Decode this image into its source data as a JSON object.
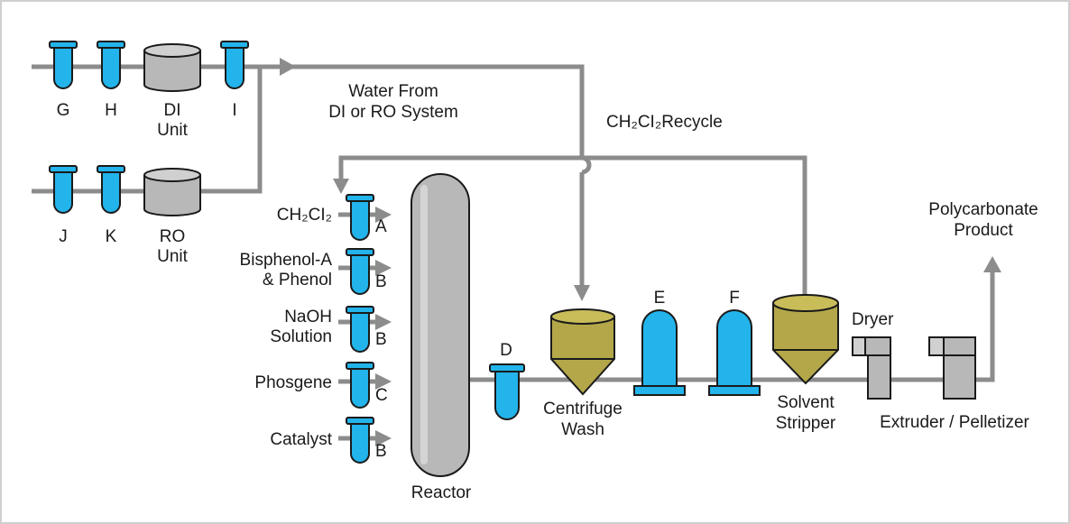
{
  "labels": {
    "tank_g": "G",
    "tank_h": "H",
    "di_unit_line1": "DI",
    "di_unit_line2": "Unit",
    "tank_i": "I",
    "tank_j": "J",
    "tank_k": "K",
    "ro_unit_line1": "RO",
    "ro_unit_line2": "Unit",
    "water_line1": "Water From",
    "water_line2": "DI or RO System",
    "recycle": "CH₂CI₂Recycle",
    "ch2cl2": "CH₂CI₂",
    "bisphenol_line1": "Bisphenol-A",
    "bisphenol_line2": "& Phenol",
    "naoh_line1": "NaOH",
    "naoh_line2": "Solution",
    "phosgene": "Phosgene",
    "catalyst": "Catalyst",
    "tank_a": "A",
    "tank_b1": "B",
    "tank_b2": "B",
    "tank_c": "C",
    "tank_b3": "B",
    "reactor": "Reactor",
    "tank_d": "D",
    "centrifuge_line1": "Centrifuge",
    "centrifuge_line2": "Wash",
    "tank_e": "E",
    "tank_f": "F",
    "stripper_line1": "Solvent",
    "stripper_line2": "Stripper",
    "dryer": "Dryer",
    "extruder": "Extruder / Pelletizer",
    "product_line1": "Polycarbonate",
    "product_line2": "Product"
  },
  "colors": {
    "pipe": "#8c8c8c",
    "tank_blue": "#22b4ea",
    "vessel_tan": "#b3a74a",
    "equipment_grey": "#b8b8b8",
    "border": "#cfcfcf"
  }
}
